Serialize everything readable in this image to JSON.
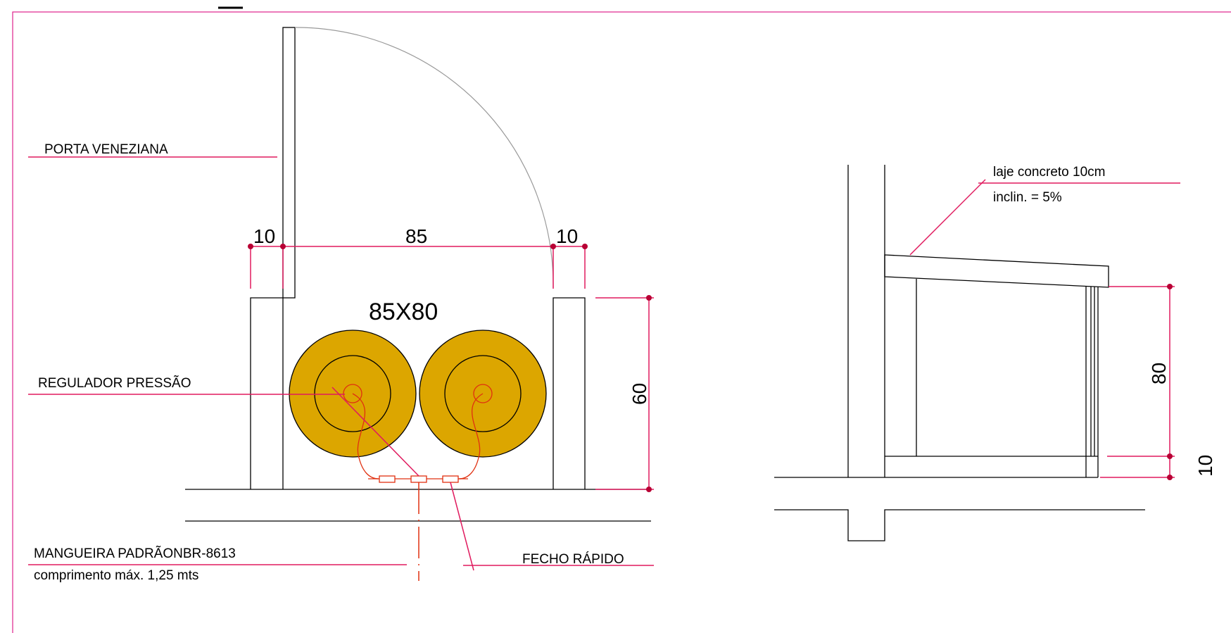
{
  "colors": {
    "frame": "#e0228c",
    "leader": "#e01a5e",
    "dimension_dot": "#b80034",
    "cylinder_fill": "#dca600",
    "hose": "#e03010",
    "door_arc": "#999999",
    "ink": "#000000"
  },
  "plan": {
    "label_porta": "PORTA VENEZIANA",
    "label_regulador": "REGULADOR PRESSÃO",
    "label_mangueira": "MANGUEIRA PADRÃONBR-8613",
    "label_comprimento": "comprimento máx. 1,25 mts",
    "label_fecho": "FECHO RÁPIDO",
    "size_label": "85X80",
    "dim_left": "10",
    "dim_center": "85",
    "dim_right": "10",
    "dim_height": "60"
  },
  "section": {
    "label_laje": "laje concreto 10cm",
    "label_inclin": "inclin. = 5%",
    "dim_80": "80",
    "dim_10": "10"
  }
}
